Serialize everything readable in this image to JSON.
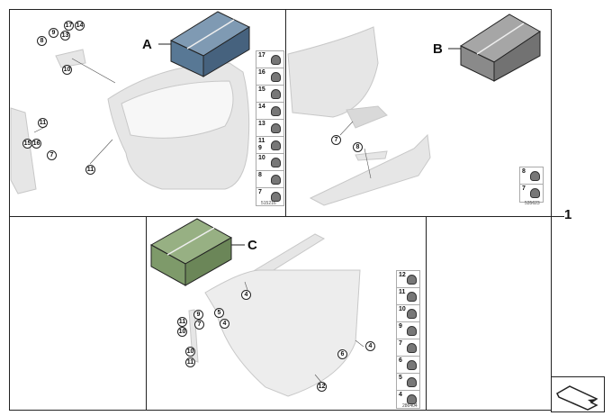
{
  "assembly_number": "1",
  "sets": [
    {
      "letter": "A",
      "color": "#587895",
      "drawing_number": "515216",
      "legend": [
        "17",
        "16",
        "15",
        "14",
        "13",
        "11\n9",
        "10",
        "8",
        "7"
      ],
      "callouts": [
        "17",
        "14",
        "9",
        "13",
        "8",
        "10",
        "11",
        "15",
        "16",
        "7",
        "11"
      ]
    },
    {
      "letter": "B",
      "color": "#8a8a8a",
      "drawing_number": "535623",
      "legend": [
        "8",
        "7"
      ],
      "callouts": [
        "7",
        "8"
      ]
    },
    {
      "letter": "C",
      "color": "#7e9a6a",
      "drawing_number": "286404",
      "legend": [
        "12",
        "11",
        "10",
        "9",
        "7",
        "6",
        "5",
        "4"
      ],
      "callouts": [
        "4",
        "9",
        "5",
        "7",
        "4",
        "11",
        "10",
        "10",
        "11",
        "4",
        "6",
        "12"
      ]
    }
  ],
  "nav_icon": "previous-assembly-arrow-icon"
}
